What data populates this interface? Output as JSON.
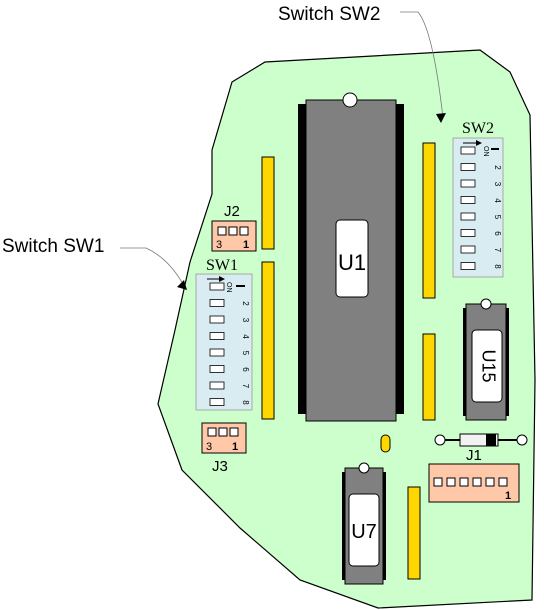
{
  "callouts": {
    "sw2": "Switch SW2",
    "sw1": "Switch SW1"
  },
  "switches": {
    "sw2": {
      "title": "SW2",
      "on_label": "ON",
      "one_label": "1",
      "positions": [
        "1",
        "2",
        "3",
        "4",
        "5",
        "6",
        "7",
        "8"
      ]
    },
    "sw1": {
      "title": "SW1",
      "on_label": "ON",
      "one_label": "1",
      "positions": [
        "1",
        "2",
        "3",
        "4",
        "5",
        "6",
        "7",
        "8"
      ]
    }
  },
  "jumpers": {
    "j2": {
      "name": "J2",
      "pin_left": "3",
      "pin_right": "1"
    },
    "j3": {
      "name": "J3",
      "pin_left": "3",
      "pin_right": "1"
    },
    "j1": {
      "name": "J1",
      "pin_right": "1"
    }
  },
  "chips": {
    "u1": "U1",
    "u15": "U15",
    "u7": "U7"
  },
  "colors": {
    "board": "#ccffcc",
    "chip_body": "#808080",
    "chip_pins": "#000000",
    "header": "#ffd700",
    "jumper": "#ffc8a8",
    "switch": "#d9ecf2",
    "label_box": "#ffffff"
  }
}
